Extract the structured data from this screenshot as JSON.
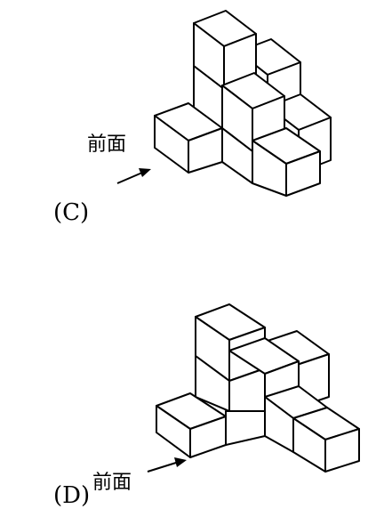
{
  "options": [
    {
      "id": "C",
      "label": "(C)",
      "front_label": "前面"
    },
    {
      "id": "D",
      "label": "(D)",
      "front_label": "前面"
    }
  ]
}
